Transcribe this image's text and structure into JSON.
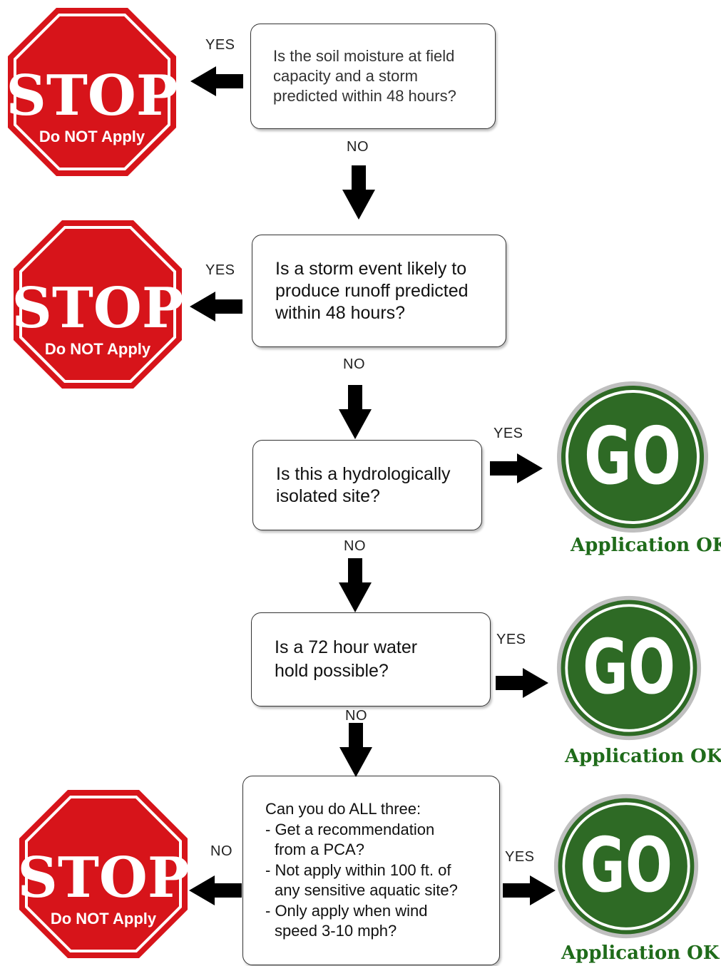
{
  "questions": [
    {
      "id": "q1",
      "lines": [
        "Is the soil moisture at field",
        "capacity and a storm",
        "predicted within 48 hours?"
      ]
    },
    {
      "id": "q2",
      "lines": [
        "Is a storm event likely to",
        "produce runoff predicted",
        "within 48 hours?"
      ]
    },
    {
      "id": "q3",
      "lines": [
        "Is this a hydrologically",
        "isolated site?"
      ]
    },
    {
      "id": "q4",
      "lines": [
        "Is a 72 hour water",
        "hold possible?"
      ]
    },
    {
      "id": "q5",
      "lines": [
        "Can you do ALL three:",
        "- Get a recommendation",
        "from a PCA?",
        "- Not apply within 100 ft. of",
        "any sensitive aquatic site?",
        "- Only apply when wind",
        "speed 3-10 mph?"
      ]
    }
  ],
  "labels": {
    "yes": "YES",
    "no": "NO"
  },
  "stop_sign": {
    "title": "STOP",
    "subtitle": "Do NOT Apply",
    "color": "#d7141a"
  },
  "go_sign": {
    "title": "GO",
    "caption": "Application OK",
    "color": "#2e6a25"
  }
}
